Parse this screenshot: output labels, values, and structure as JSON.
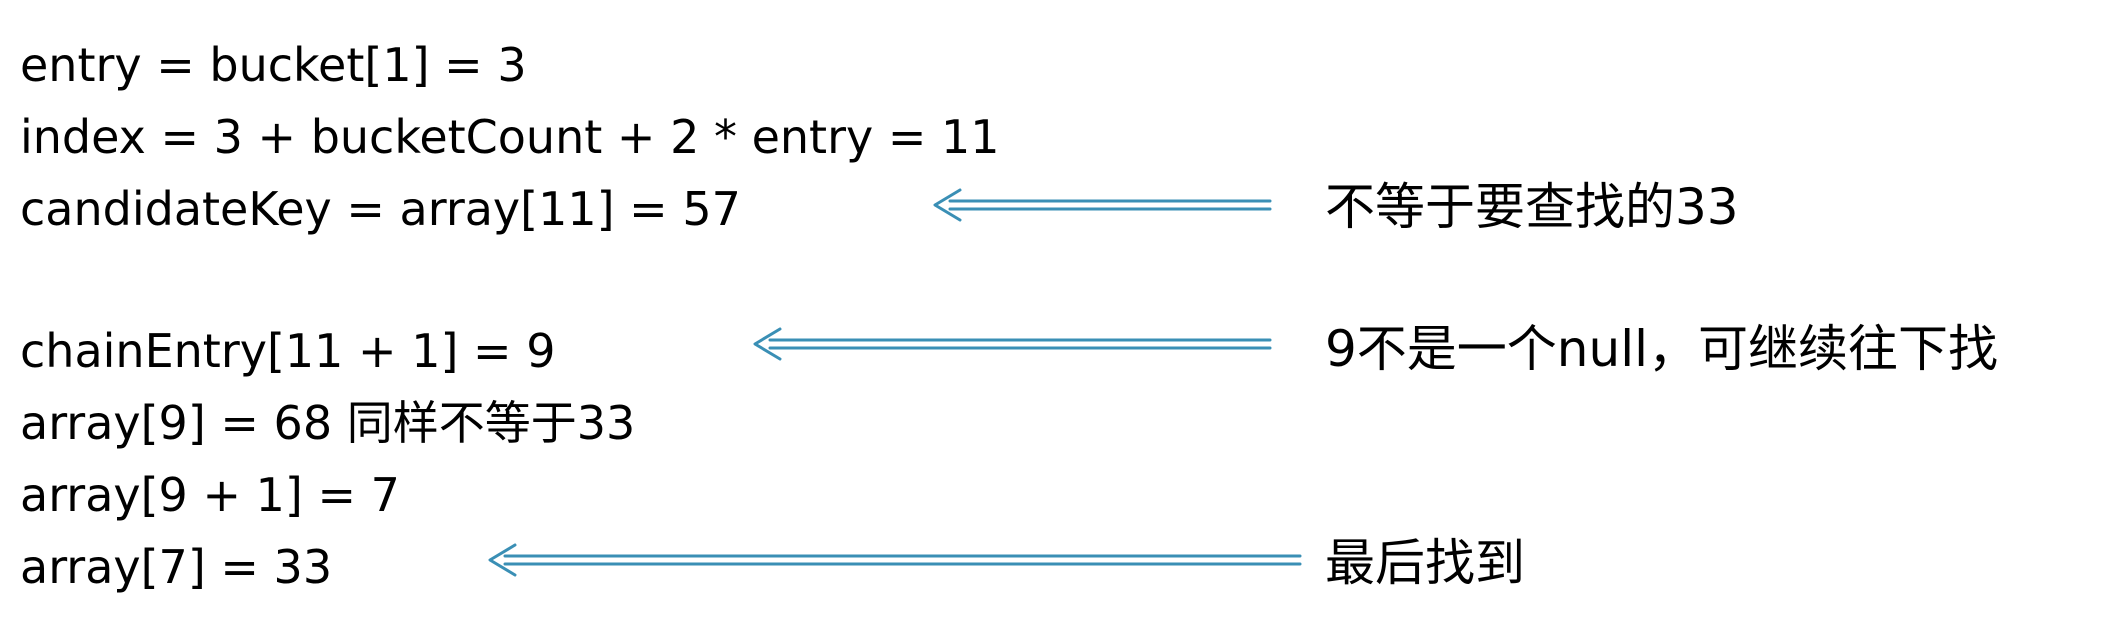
{
  "lines": [
    "entry = bucket[1] = 3",
    "index = 3 + bucketCount + 2 * entry = 11",
    "candidateKey = array[11] = 57",
    "chainEntry[11 + 1] = 9",
    "array[9] = 68 同样不等于33",
    "array[9 + 1] = 7",
    "array[7] = 33"
  ],
  "annotations": [
    "不等于要查找的33",
    "9不是一个null，可继续往下找",
    "最后找到"
  ],
  "colors": {
    "arrow": "#3a8fb5",
    "text": "#000000"
  }
}
